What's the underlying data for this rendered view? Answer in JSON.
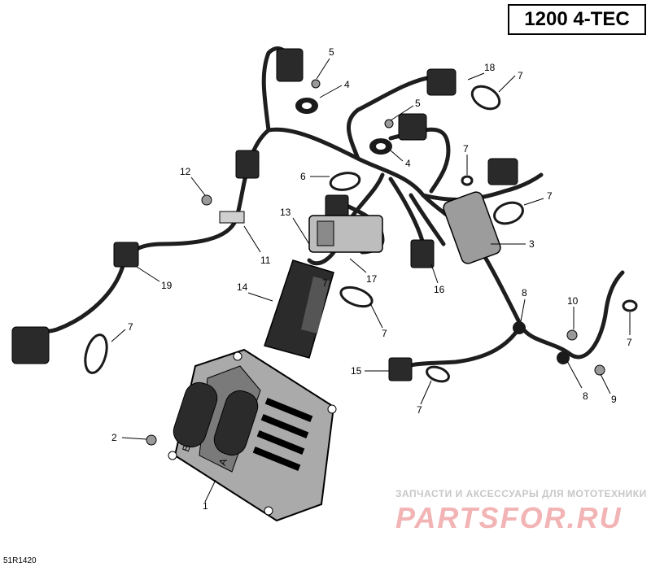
{
  "header": {
    "model": "1200 4-TEC"
  },
  "footer": {
    "ref_code": "51R1420"
  },
  "watermark": {
    "caption": "ЗАПЧАСТИ И АКСЕССУАРЫ ДЛЯ МОТОТЕХНИКИ",
    "logo": "PARTSFOR.RU",
    "color": "#f2b4b4"
  },
  "callouts": [
    {
      "label": "1"
    },
    {
      "label": "2"
    },
    {
      "label": "3"
    },
    {
      "label": "4"
    },
    {
      "label": "4"
    },
    {
      "label": "5"
    },
    {
      "label": "5"
    },
    {
      "label": "6"
    },
    {
      "label": "7"
    },
    {
      "label": "7"
    },
    {
      "label": "7"
    },
    {
      "label": "7"
    },
    {
      "label": "7"
    },
    {
      "label": "7"
    },
    {
      "label": "7"
    },
    {
      "label": "7"
    },
    {
      "label": "8"
    },
    {
      "label": "8"
    },
    {
      "label": "9"
    },
    {
      "label": "10"
    },
    {
      "label": "11"
    },
    {
      "label": "12"
    },
    {
      "label": "13"
    },
    {
      "label": "14"
    },
    {
      "label": "15"
    },
    {
      "label": "16"
    },
    {
      "label": "17"
    },
    {
      "label": "18"
    },
    {
      "label": "19"
    }
  ],
  "ecm": {
    "connector_a": "A",
    "connector_b": "B"
  }
}
